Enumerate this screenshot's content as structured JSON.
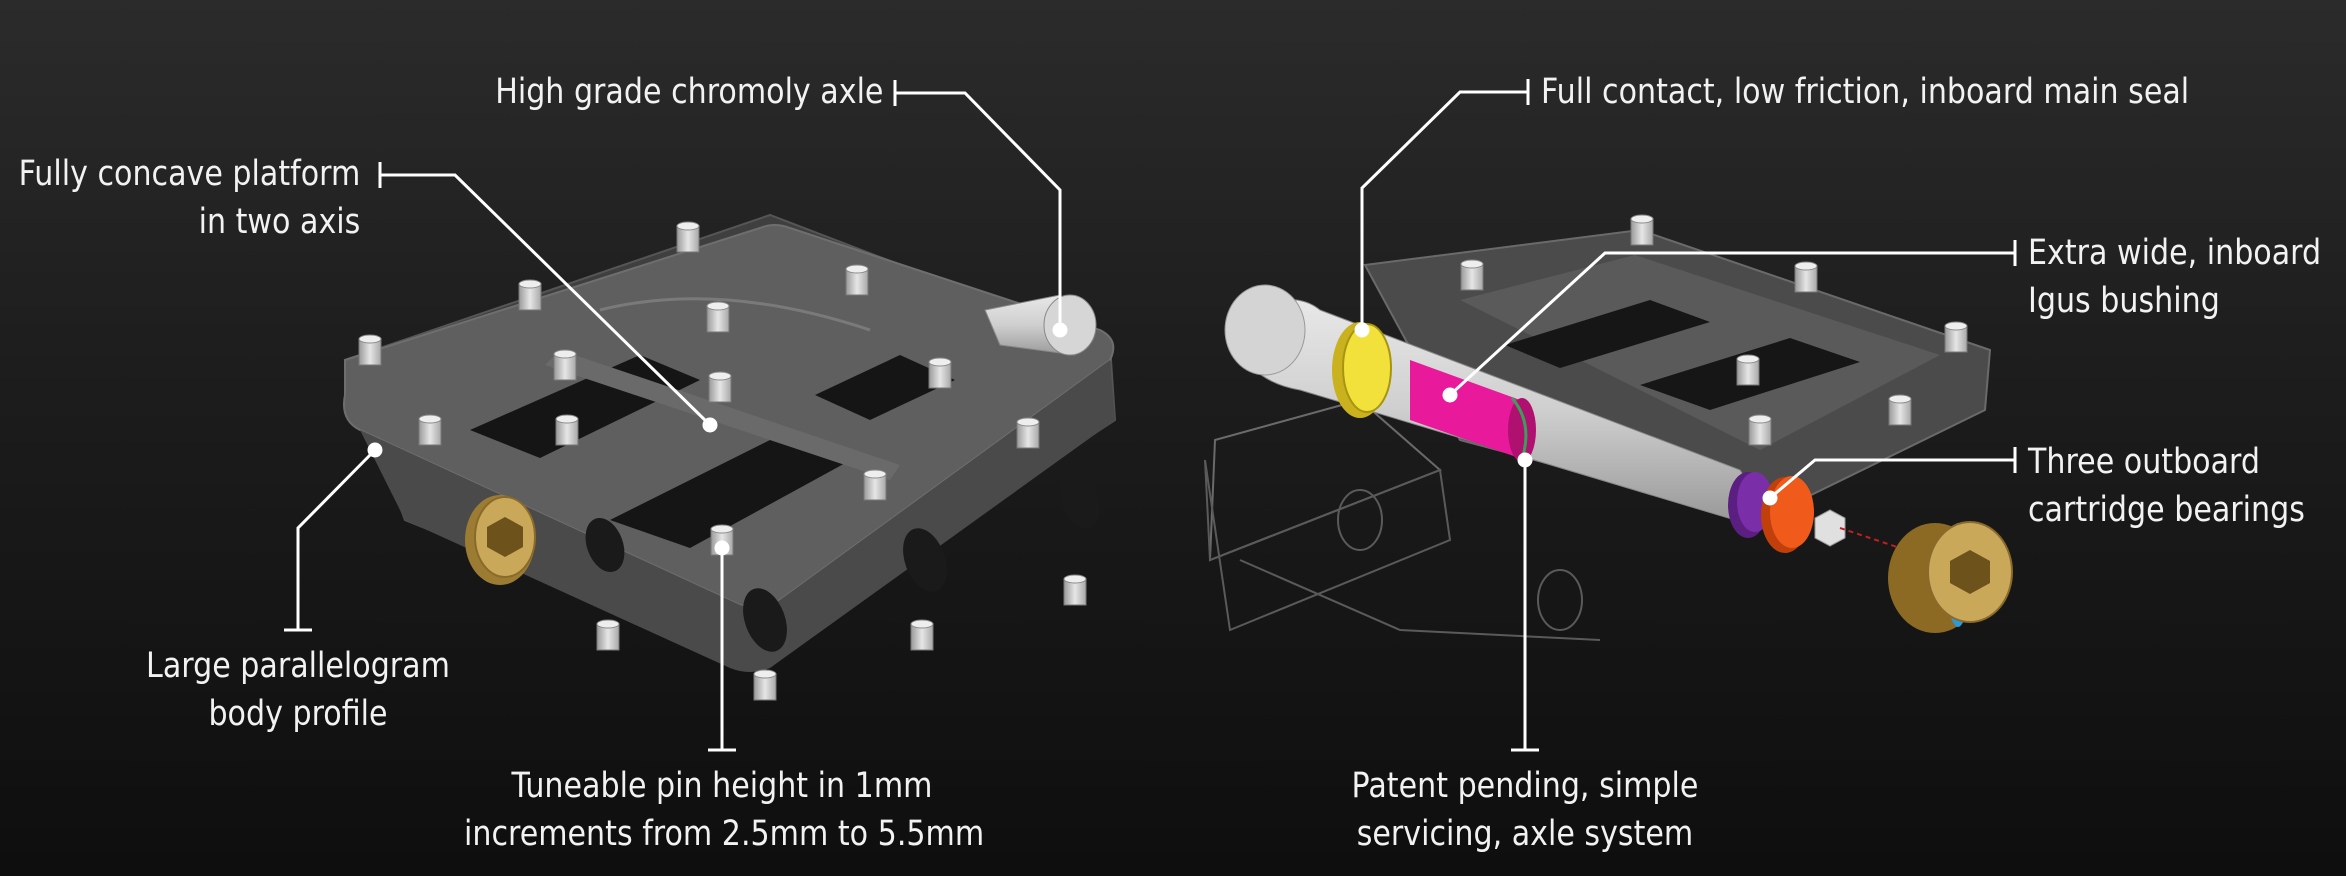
{
  "callouts": {
    "axle": "High grade chromoly axle",
    "platform": [
      "Fully concave platform",
      "in two axis"
    ],
    "body": [
      "Large parallelogram",
      "body profile"
    ],
    "pins": [
      "Tuneable pin height in 1mm",
      "increments from 2.5mm to 5.5mm"
    ],
    "seal": "Full contact, low friction, inboard main seal",
    "bushing": [
      "Extra wide, inboard",
      "Igus bushing"
    ],
    "bearings": [
      "Three outboard",
      "cartridge bearings"
    ],
    "servicing": [
      "Patent pending, simple",
      "servicing, axle system"
    ]
  },
  "colors": {
    "pedal_body": "#5c5c5c",
    "axle": "#cfcfcf",
    "seal": "#f2e13a",
    "bushing": "#e8199a",
    "bearing_purple": "#7a2fa8",
    "bearing_orange": "#f05a1a",
    "end_cap": "#c9a85a",
    "end_cap_ring": "#2a9bd8",
    "leader_line": "#ffffff"
  },
  "icons": {
    "pin": "pedal-pin-icon",
    "cap": "axle-end-cap-icon"
  }
}
